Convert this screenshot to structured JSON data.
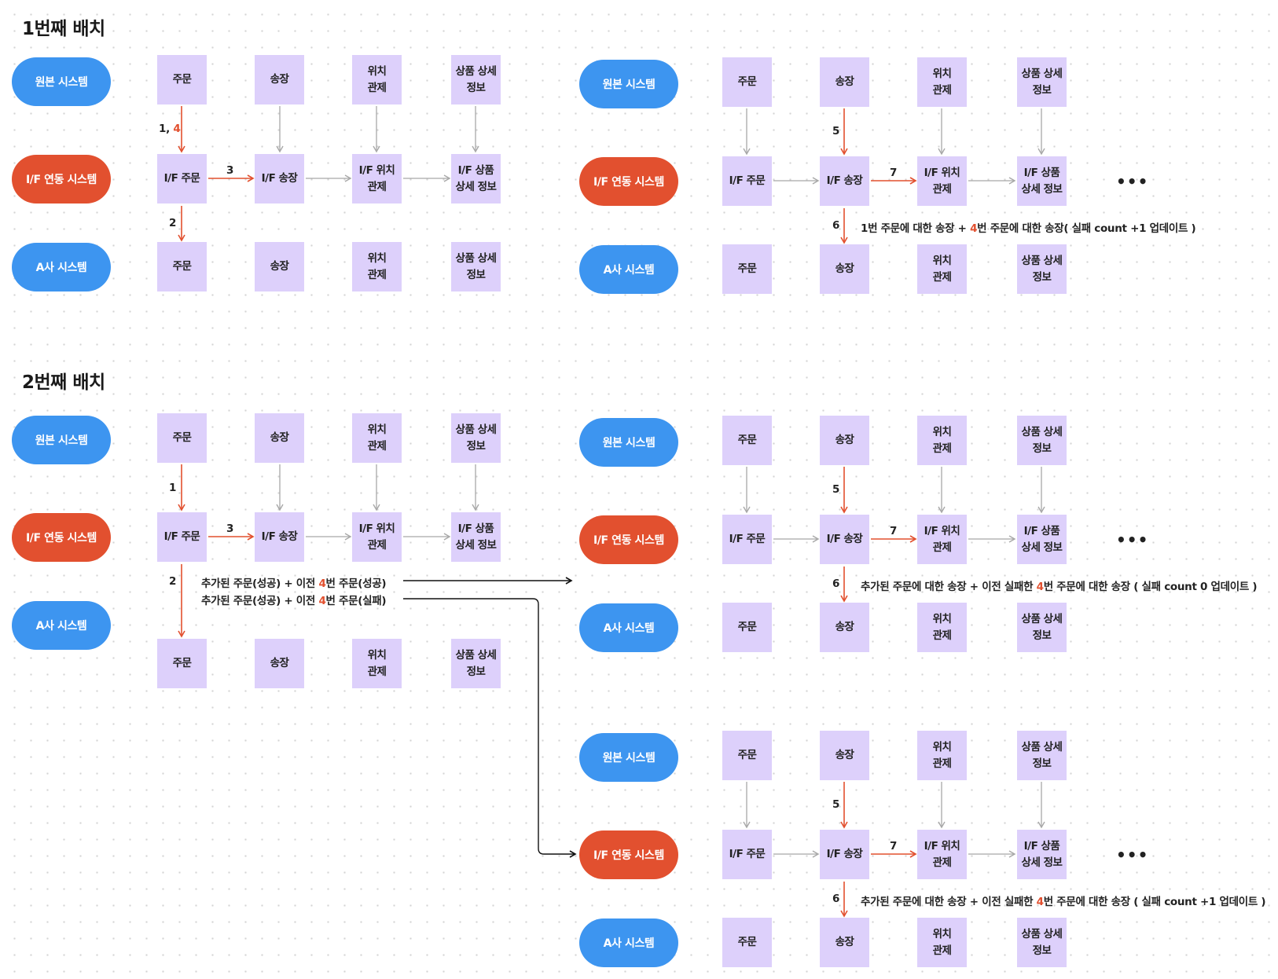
{
  "titles": {
    "batch1": "1번째 배치",
    "batch2": "2번째 배치"
  },
  "systems": {
    "origin": "원본 시스템",
    "interface": "I/F 연동 시스템",
    "a_company": "A사 시스템"
  },
  "boxes": {
    "order": "주문",
    "invoice": "송장",
    "location": "위치\n관제",
    "product": "상품 상세\n정보",
    "if_order": "I/F 주문",
    "if_invoice": "I/F 송장",
    "if_location": "I/F 위치\n관제",
    "if_product": "I/F 상품\n상세 정보"
  },
  "ellipsis": "•••",
  "steps": {
    "s1": "1",
    "s1_4_prefix": "1, ",
    "s4": "4",
    "s2": "2",
    "s3": "3",
    "s5": "5",
    "s6": "6",
    "s7": "7"
  },
  "notes": {
    "batch1_note": {
      "a": "1번 주문에 대한 송장 + ",
      "b": "4",
      "c": "번 주문에 대한 송장( 실패 count +1 업데이트 )"
    },
    "success_line": {
      "a": "추가된 주문(성공) + 이전 ",
      "b": "4",
      "c": "번 주문(성공)"
    },
    "fail_line": {
      "a": "추가된 주문(성공) + 이전 ",
      "b": "4",
      "c": "번 주문(실패)"
    },
    "success_note": {
      "a": "추가된 주문에 대한 송장 + 이전 실패한 ",
      "b": "4",
      "c": "번 주문에 대한 송장 ( 실패 count 0 업데이트 )"
    },
    "fail_note": {
      "a": "추가된 주문에 대한 송장 + 이전 실패한 ",
      "b": "4",
      "c": "번 주문에 대한 송장 ( 실패 count +1 업데이트 )"
    }
  },
  "colors": {
    "pill_blue": "#3d95f0",
    "pill_red": "#e2502f",
    "box": "#ddd0fb",
    "arrow_red": "#e2502f",
    "arrow_gray": "#a8a8a8",
    "highlight": "#e2502f"
  }
}
